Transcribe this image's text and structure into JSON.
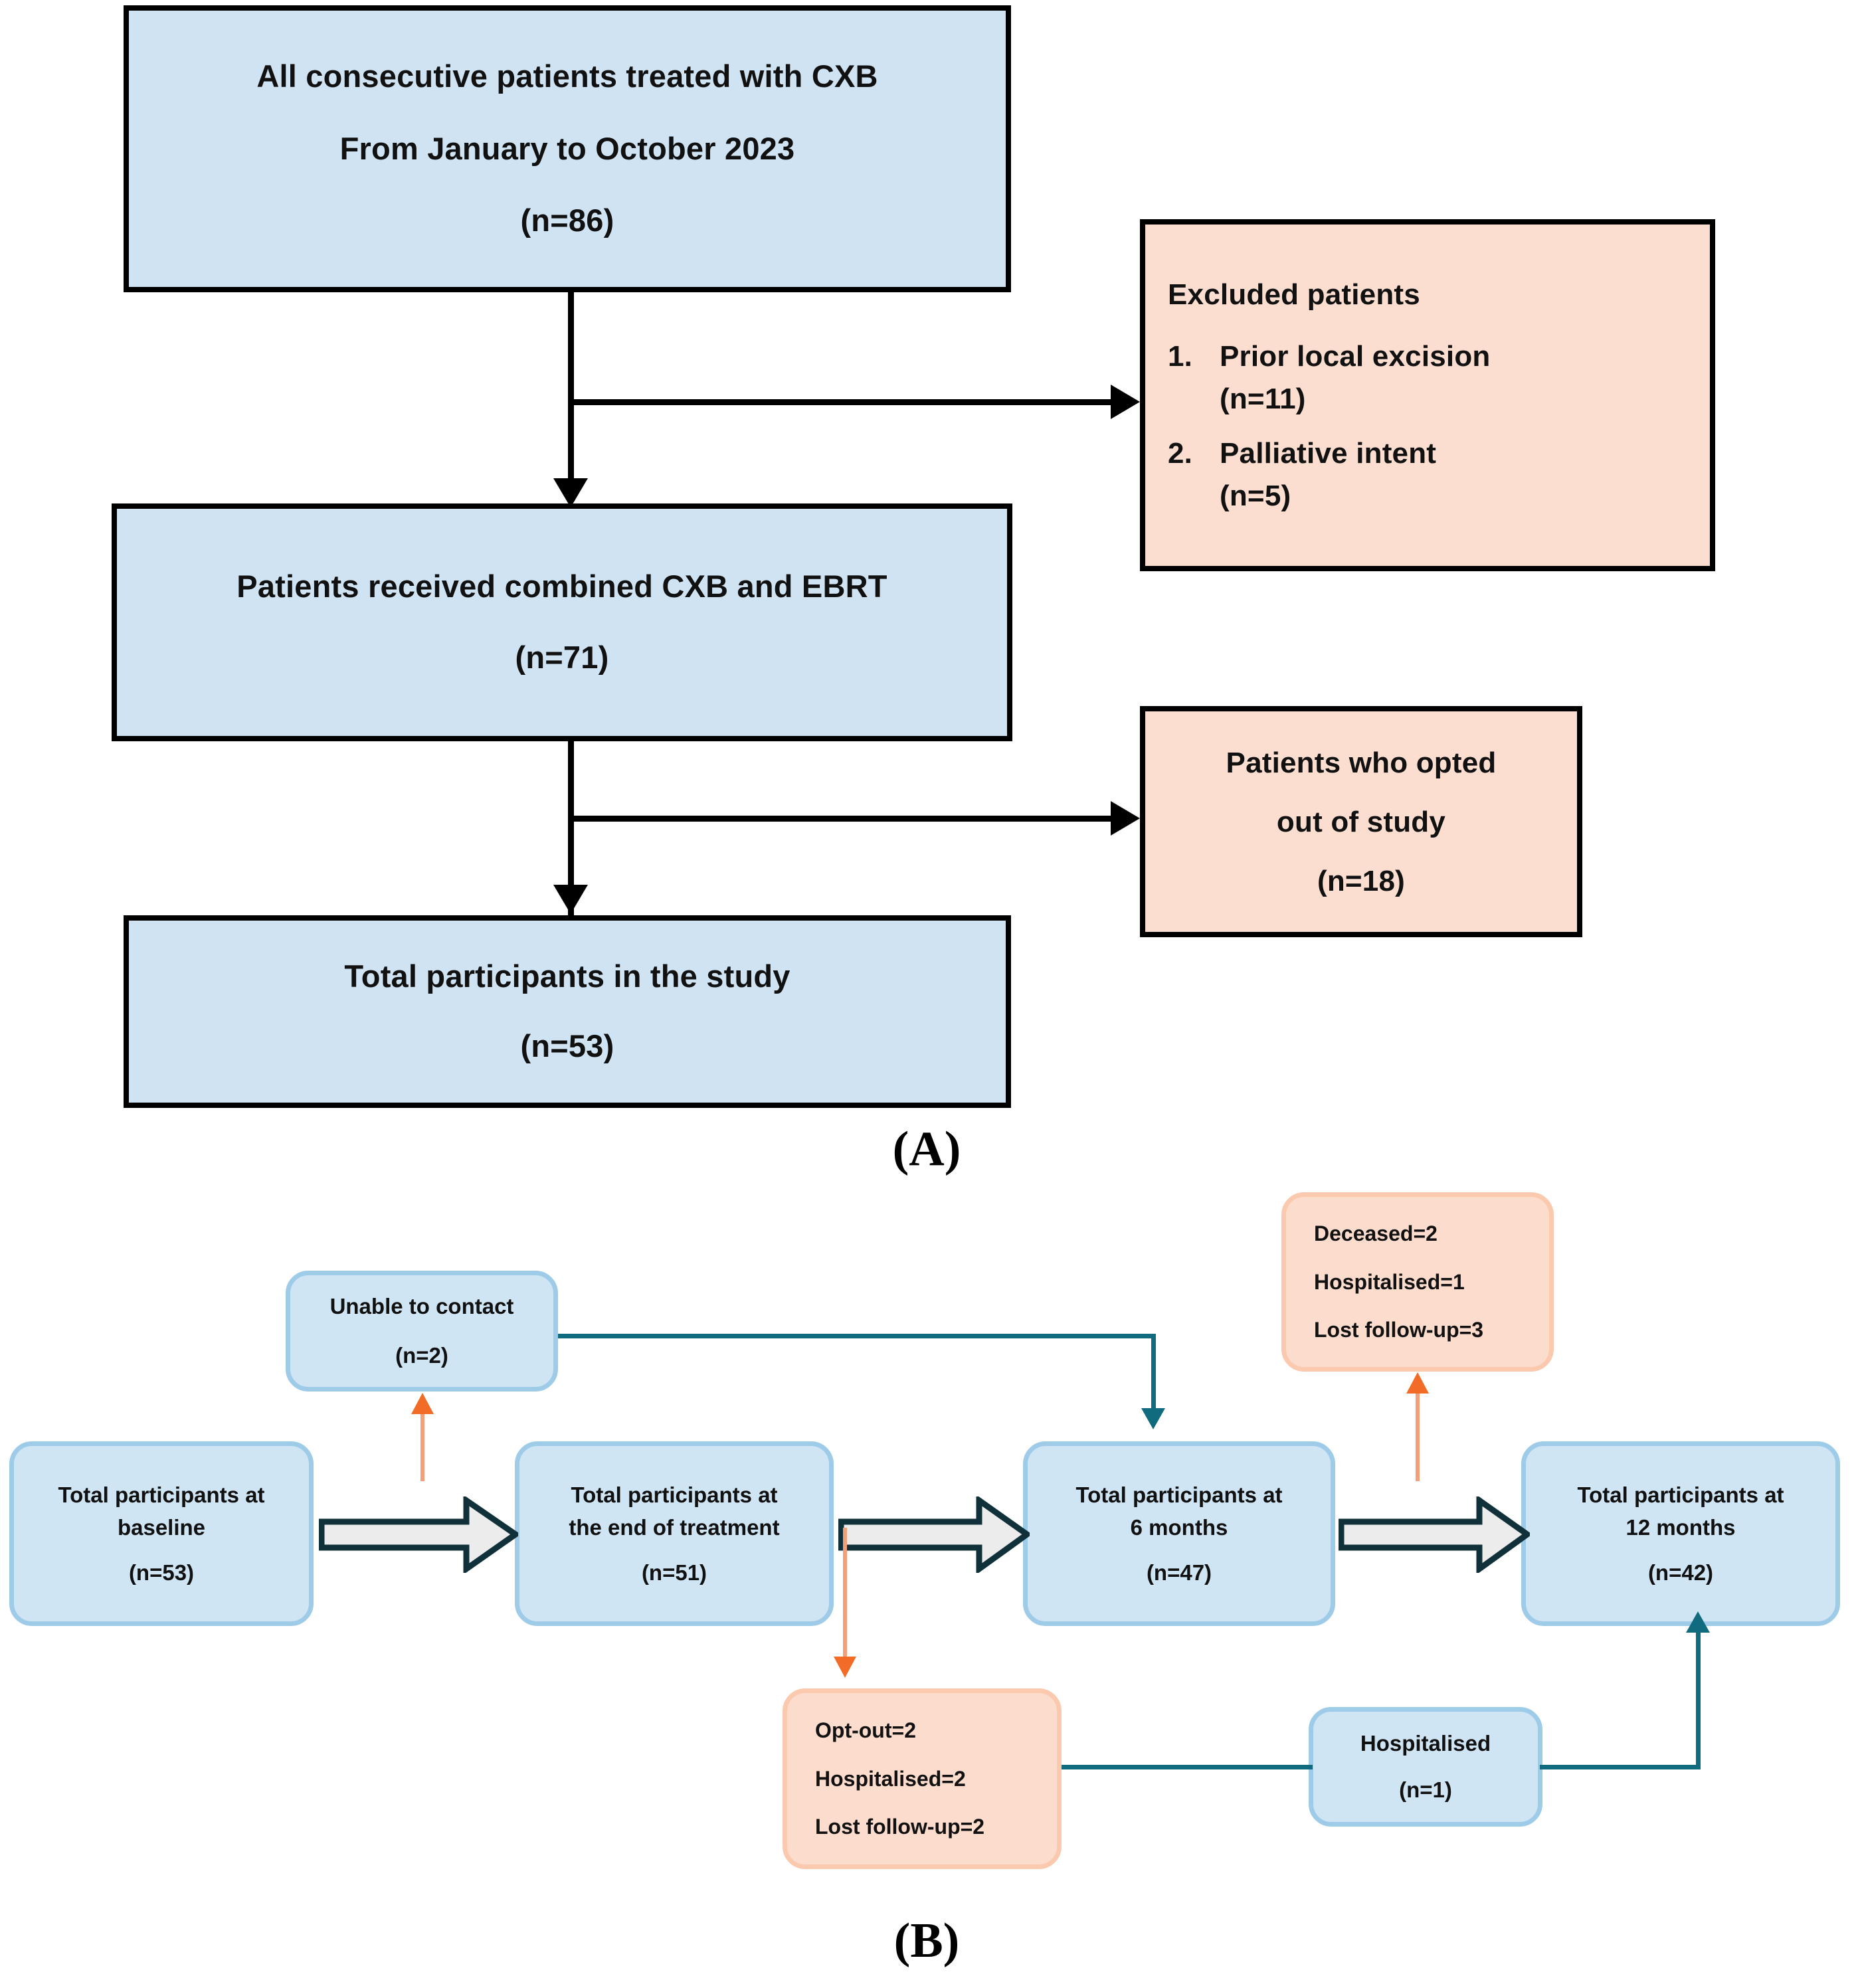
{
  "figure": {
    "panels": [
      {
        "id": "A",
        "label": "(A)"
      },
      {
        "id": "B",
        "label": "(B)"
      }
    ]
  },
  "colors": {
    "box_blue_fill": "#cfe3f2",
    "box_pink_fill": "#fbded0",
    "rounded_blue_fill": "#cfe5f4",
    "rounded_blue_border": "#9ecbe8",
    "rounded_pink_fill": "#fcdccc",
    "rounded_pink_border": "#fac9ae",
    "connector_black": "#000000",
    "connector_teal": "#0f6b7d",
    "connector_orange": "#f26c27",
    "block_arrow_fill": "#e8e8e8",
    "block_arrow_stroke": "#11313a"
  },
  "panel_a": {
    "enrolled_box": {
      "line1": "All consecutive patients treated with CXB",
      "line2": "From January to October 2023",
      "count": "(n=86)"
    },
    "excluded_box": {
      "title": "Excluded patients",
      "items": [
        {
          "num": "1.",
          "reason": "Prior local excision",
          "count": "(n=11)"
        },
        {
          "num": "2.",
          "reason": "Palliative intent",
          "count": "(n=5)"
        }
      ]
    },
    "combined_box": {
      "line1": "Patients received combined CXB and EBRT",
      "count": "(n=71)"
    },
    "optout_box": {
      "line1": "Patients who opted",
      "line2": "out of study",
      "count": "(n=18)"
    },
    "total_box": {
      "line1": "Total participants in the study",
      "count": "(n=53)"
    }
  },
  "panel_b": {
    "unable_contact_box": {
      "line1": "Unable to contact",
      "count": "(n=2)"
    },
    "deceased_box": {
      "line1": "Deceased=2",
      "line2": "Hospitalised=1",
      "line3": "Lost follow-up=3"
    },
    "baseline_box": {
      "line1": "Total participants at",
      "line2": "baseline",
      "count": "(n=53)"
    },
    "end_treatment_box": {
      "line1": "Total participants at",
      "line2": "the end of treatment",
      "count": "(n=51)"
    },
    "six_months_box": {
      "line1": "Total participants at",
      "line2": "6 months",
      "count": "(n=47)"
    },
    "twelve_months_box": {
      "line1": "Total participants at",
      "line2": "12 months",
      "count": "(n=42)"
    },
    "optout_losses_box": {
      "line1": "Opt-out=2",
      "line2": "Hospitalised=2",
      "line3": "Lost follow-up=2"
    },
    "hospitalised_box": {
      "line1": "Hospitalised",
      "count": "(n=1)"
    }
  }
}
